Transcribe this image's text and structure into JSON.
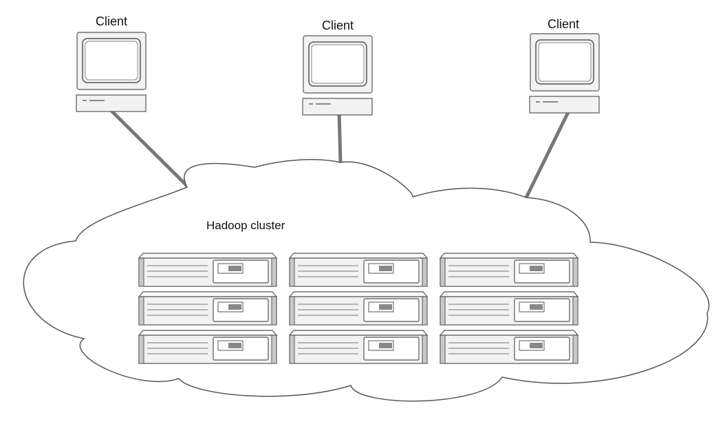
{
  "clients": [
    {
      "label": "Client"
    },
    {
      "label": "Client"
    },
    {
      "label": "Client"
    }
  ],
  "cluster": {
    "label": "Hadoop cluster",
    "rows": 3,
    "columns": 3
  },
  "colors": {
    "background": "#ffffff",
    "outline": "#555555",
    "connector": "#777777",
    "device_face": "#f2f2f2",
    "device_accent": "#c8c8c8"
  },
  "icons": {
    "client": "desktop-computer-icon",
    "node": "rack-server-icon"
  }
}
